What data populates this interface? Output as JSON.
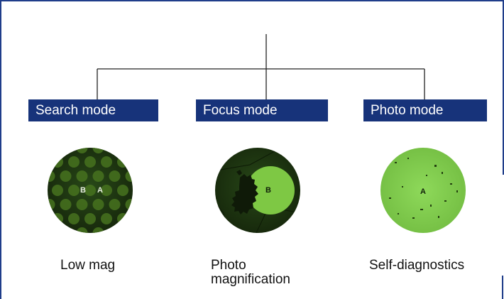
{
  "modes": [
    {
      "header": "Search mode",
      "caption": "Low mag",
      "markers": [
        "B",
        "A"
      ]
    },
    {
      "header": "Focus mode",
      "caption": "Photo\nmagnification",
      "markers": [
        "B"
      ]
    },
    {
      "header": "Photo mode",
      "caption": "Self-diagnostics",
      "markers": [
        "A"
      ]
    }
  ],
  "colors": {
    "frame_border": "#1f3d8a",
    "header_fill": "#17337a",
    "connector": "#222222",
    "dark_field": "#1f3a12",
    "grid_spot": "#47731f",
    "focus_spot": "#7ec844",
    "photo_field": "#86d151"
  }
}
